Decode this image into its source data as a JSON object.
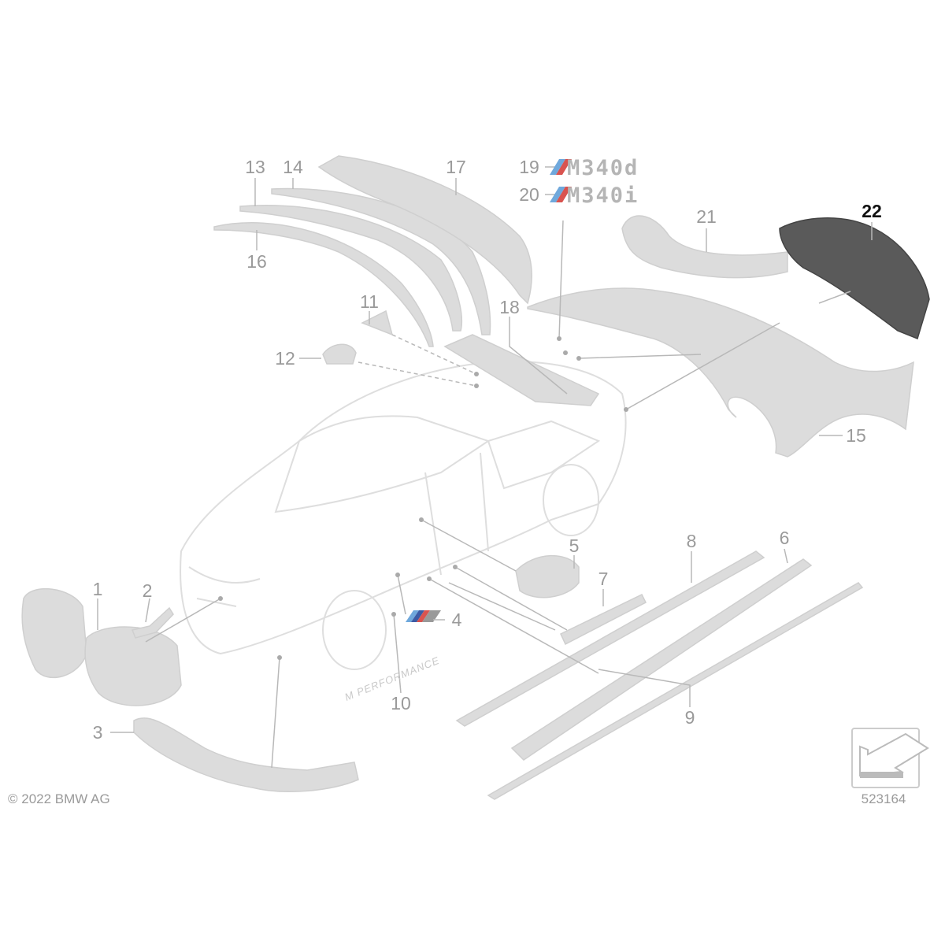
{
  "diagram": {
    "callouts": {
      "c1": "1",
      "c2": "2",
      "c3": "3",
      "c4": "4",
      "c5": "5",
      "c6": "6",
      "c7": "7",
      "c8": "8",
      "c9": "9",
      "c10": "10",
      "c11": "11",
      "c12": "12",
      "c13": "13",
      "c14": "14",
      "c15": "15",
      "c16": "16",
      "c17": "17",
      "c18": "18",
      "c19": "19",
      "c20": "20",
      "c21": "21",
      "c22": "22"
    },
    "highlighted_part": "22",
    "badges": {
      "b19": "M340d",
      "b20": "M340i"
    },
    "side_decal": "M PERFORMANCE",
    "copyright": "© 2022 BMW AG",
    "diagram_id": "523164",
    "colors": {
      "m_light_blue": "#6fa8dc",
      "m_dark_blue": "#3b5ba5",
      "m_red": "#d9534f",
      "highlight": "#111111"
    }
  }
}
